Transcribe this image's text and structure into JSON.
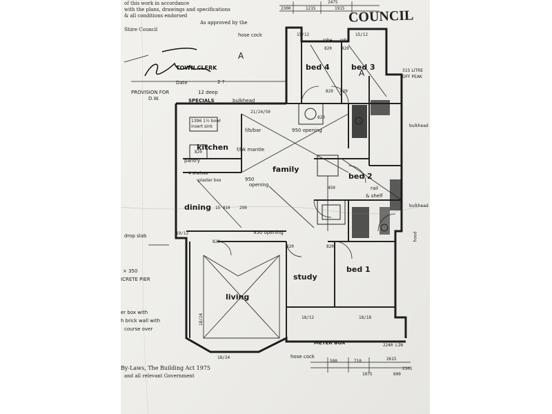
{
  "header_notes": {
    "line1": "of this work in accordance",
    "line2": "with the plans, drawings and specifications",
    "line3": "& all conditions endorsed",
    "line4": "As approved by the",
    "line5": "Shire Council",
    "stamp": "COUNCIL",
    "town_clerk": "TOWN CLERK",
    "date_label": "Date",
    "date_marks": "2  ?",
    "letter_a_left": "A",
    "letter_a_right": "A"
  },
  "top_dims": {
    "d1": "2300",
    "d2": "1215",
    "d3": "2475",
    "d4": "1915"
  },
  "rooms": {
    "bed4": "bed 4",
    "bed3": "bed 3",
    "bed2": "bed 2",
    "bed1": "bed 1",
    "kitchen": "kitchen",
    "family": "family",
    "dining": "dining",
    "living": "living",
    "study": "study",
    "pantry": "pantry"
  },
  "annotations": {
    "hose_cock_top": "hose cock",
    "robe_1": "robe",
    "robe_2": "robe",
    "d_15_12_a": "15/12",
    "d_15_12_b": "15/12",
    "d_820_a": "820",
    "d_820_b": "820",
    "d_820_c": "820",
    "d_820_d": "820",
    "d_820_e": "820",
    "d_820_f": "820",
    "d_820_g": "820",
    "d_820_h": "820",
    "d_820_i": "820",
    "provision": "PROVISION FOR",
    "dw": "D.W.",
    "specials": "SPECIALS",
    "twelve_deep": "12 deep",
    "bulkhead_1": "bulkhead",
    "bulkhead_2": "bulkhead",
    "bulkhead_3": "bulkhead",
    "d_21_24_50": "21/24/50",
    "bowl_sink": "1396 1½ bowl",
    "insert_sink": "insert sink",
    "fb_bar": "f/b/bar",
    "opening_950_a": "950 opening",
    "opening_950_b": "950",
    "opening_word": "opening",
    "opening_950_c": "950 opening",
    "bk_mantle": "f/bk mantle",
    "shelves": "4 shelves",
    "plaster_box": "plaster box",
    "d_15_910": "15 910",
    "d_290": "290",
    "d_19_12": "19/12",
    "drop_slab": "drop slab",
    "d_350": "× 350",
    "concrete_pier": "ICRETE PIER",
    "meter_box_left": "er box with",
    "brick_wall": "h brick wall with",
    "course_over": "course over",
    "d_18_24_a": "18/24",
    "d_18_24_b": "18/24",
    "d_18_12": "18/12",
    "d_18_18": "18/18",
    "meter_box": "METER BOX",
    "d_2240": "2240 LIN",
    "hose_cock_bottom": "hose cock",
    "d_2615": "2615",
    "d_500": "500",
    "d_710": "710",
    "d_2301": "2301",
    "d_450": "450",
    "rail": "rail",
    "shelf": "& shelf",
    "litre_1": "315 LITRE",
    "litre_2": "OFF PEAK",
    "hood": "hood",
    "bylaws": "By-Laws, The Building Act 1975",
    "bylaws2": "and all relevant Government",
    "d_1075": "1075",
    "d_600": "600"
  }
}
